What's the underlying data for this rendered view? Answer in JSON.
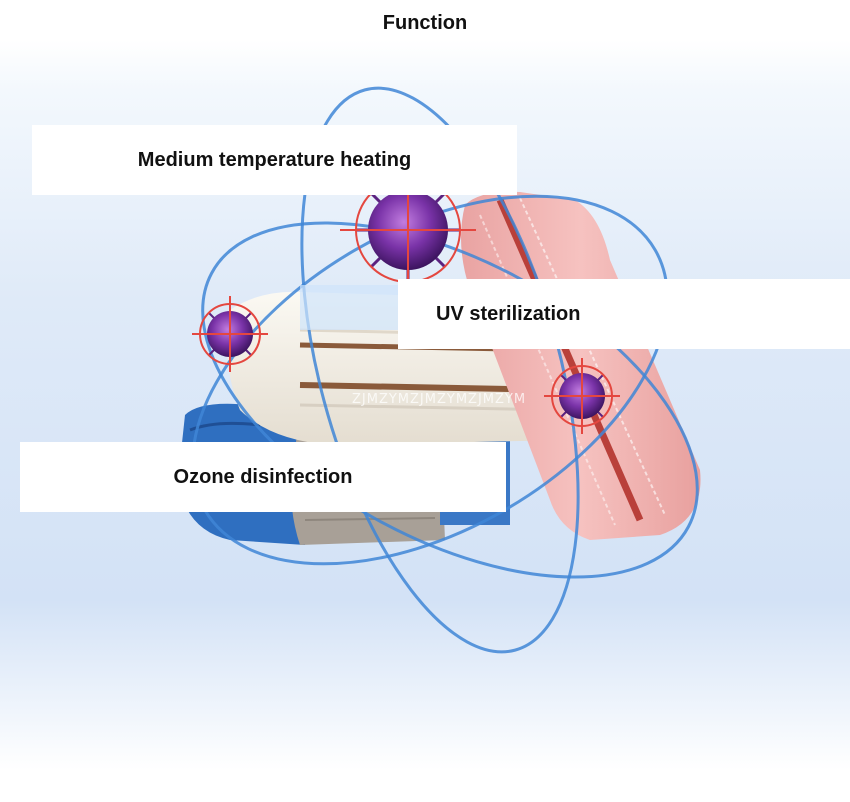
{
  "header": {
    "title": "Function"
  },
  "features": [
    {
      "label": "Medium temperature heating"
    },
    {
      "label": "UV sterilization"
    },
    {
      "label": "Ozone disinfection"
    }
  ],
  "watermark": "ZJMZYMZJMZYMZJMZYM",
  "colors": {
    "orbit": "#3f86d6",
    "virus": "#6a2c8e",
    "crosshair": "#e4473f",
    "towel_pink": "#f3b5b3",
    "towel_white": "#f5f1e8",
    "towel_blue": "#2f6fc0",
    "towel_grey": "#a8a097"
  },
  "icons": [
    "virus-icon",
    "crosshair-icon",
    "orbit-ring"
  ]
}
